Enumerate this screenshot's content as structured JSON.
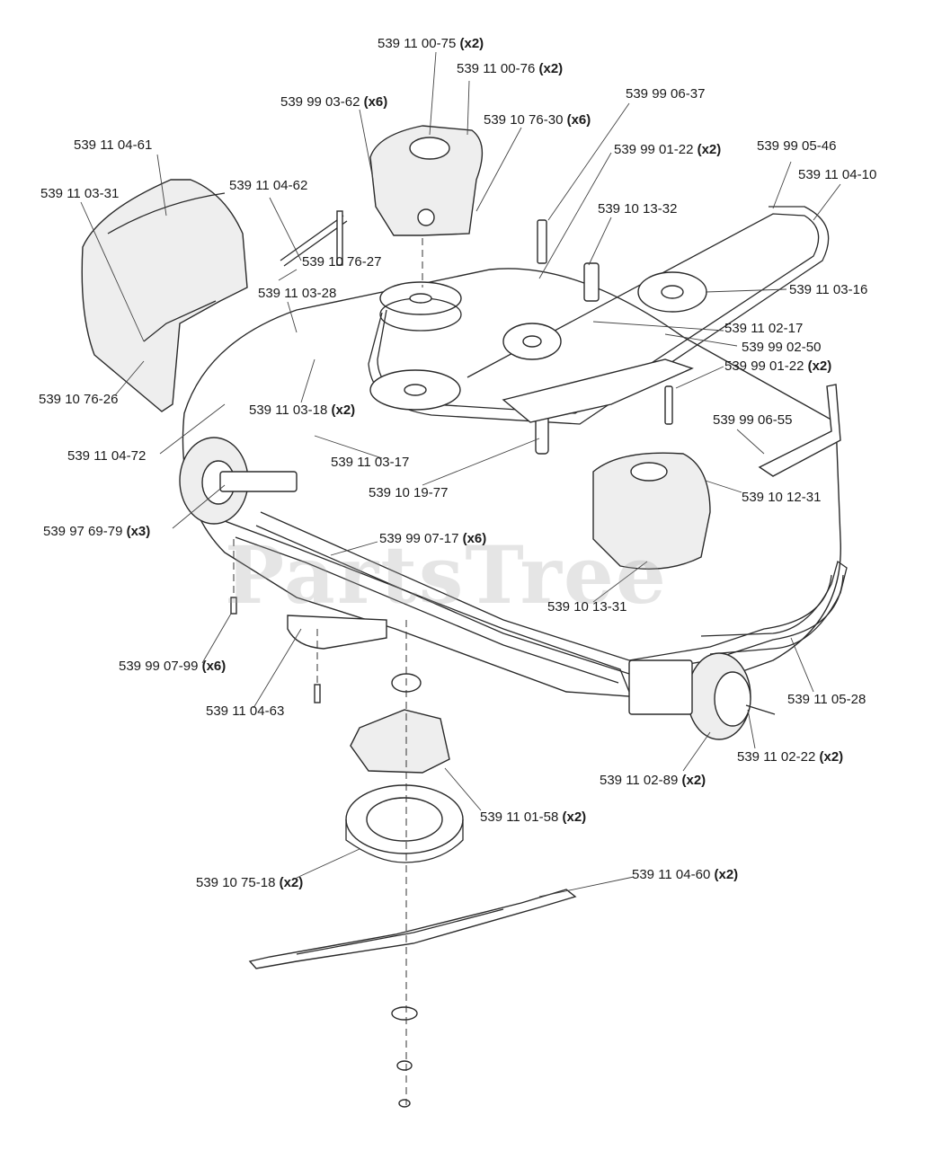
{
  "watermark": "PartsTree",
  "labels": [
    {
      "id": "p1",
      "part": "539 11 00-75",
      "qty": "(x2)"
    },
    {
      "id": "p2",
      "part": "539 11 00-76",
      "qty": "(x2)"
    },
    {
      "id": "p3",
      "part": "539 99 03-62",
      "qty": "(x6)"
    },
    {
      "id": "p4",
      "part": "539 99 06-37",
      "qty": ""
    },
    {
      "id": "p5",
      "part": "539 10 76-30",
      "qty": "(x6)"
    },
    {
      "id": "p6",
      "part": "539 11 04-61",
      "qty": ""
    },
    {
      "id": "p7",
      "part": "539 99 01-22",
      "qty": "(x2)"
    },
    {
      "id": "p8",
      "part": "539 99 05-46",
      "qty": ""
    },
    {
      "id": "p9",
      "part": "539 11 04-10",
      "qty": ""
    },
    {
      "id": "p10",
      "part": "539 11 03-31",
      "qty": ""
    },
    {
      "id": "p11",
      "part": "539 11 04-62",
      "qty": ""
    },
    {
      "id": "p12",
      "part": "539 10 13-32",
      "qty": ""
    },
    {
      "id": "p13",
      "part": "539 10 76-27",
      "qty": ""
    },
    {
      "id": "p14",
      "part": "539 11 03-28",
      "qty": ""
    },
    {
      "id": "p15",
      "part": "539 11 03-16",
      "qty": ""
    },
    {
      "id": "p16",
      "part": "539 11 02-17",
      "qty": ""
    },
    {
      "id": "p17",
      "part": "539 99 02-50",
      "qty": ""
    },
    {
      "id": "p18",
      "part": "539 99 01-22",
      "qty": "(x2)"
    },
    {
      "id": "p19",
      "part": "539 10 76-26",
      "qty": ""
    },
    {
      "id": "p20",
      "part": "539 11 03-18",
      "qty": "(x2)"
    },
    {
      "id": "p21",
      "part": "539 99 06-55",
      "qty": ""
    },
    {
      "id": "p22",
      "part": "539 11 04-72",
      "qty": ""
    },
    {
      "id": "p23",
      "part": "539 11 03-17",
      "qty": ""
    },
    {
      "id": "p24",
      "part": "539 10 19-77",
      "qty": ""
    },
    {
      "id": "p25",
      "part": "539 10 12-31",
      "qty": ""
    },
    {
      "id": "p26",
      "part": "539 97 69-79",
      "qty": "(x3)"
    },
    {
      "id": "p27",
      "part": "539 99 07-17",
      "qty": "(x6)"
    },
    {
      "id": "p28",
      "part": "539 10 13-31",
      "qty": ""
    },
    {
      "id": "p29",
      "part": "539 99 07-99",
      "qty": "(x6)"
    },
    {
      "id": "p30",
      "part": "539 11 05-28",
      "qty": ""
    },
    {
      "id": "p31",
      "part": "539 11 04-63",
      "qty": ""
    },
    {
      "id": "p32",
      "part": "539 11 02-22",
      "qty": "(x2)"
    },
    {
      "id": "p33",
      "part": "539 11 02-89",
      "qty": "(x2)"
    },
    {
      "id": "p34",
      "part": "539 11 01-58",
      "qty": "(x2)"
    },
    {
      "id": "p35",
      "part": "539 11 04-60",
      "qty": "(x2)"
    },
    {
      "id": "p36",
      "part": "539 10 75-18",
      "qty": "(x2)"
    }
  ]
}
